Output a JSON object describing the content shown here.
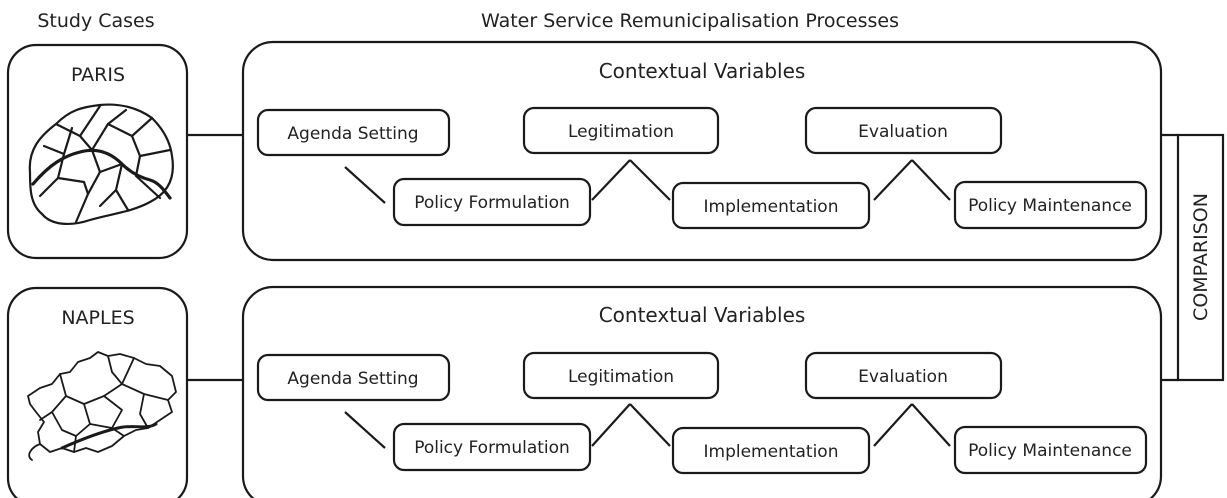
{
  "headers": {
    "study_cases": "Study Cases",
    "processes": "Water Service Remunicipalisation Processes"
  },
  "cases": [
    {
      "city": "PARIS",
      "map_icon": "paris-map-icon",
      "panel_title": "Contextual Variables",
      "stages": {
        "agenda_setting": "Agenda Setting",
        "policy_formulation": "Policy Formulation",
        "legitimation": "Legitimation",
        "implementation": "Implementation",
        "evaluation": "Evaluation",
        "policy_maintenance": "Policy Maintenance"
      }
    },
    {
      "city": "NAPLES",
      "map_icon": "naples-map-icon",
      "panel_title": "Contextual Variables",
      "stages": {
        "agenda_setting": "Agenda Setting",
        "policy_formulation": "Policy Formulation",
        "legitimation": "Legitimation",
        "implementation": "Implementation",
        "evaluation": "Evaluation",
        "policy_maintenance": "Policy Maintenance"
      }
    }
  ],
  "comparison_label": "COMPARISON"
}
